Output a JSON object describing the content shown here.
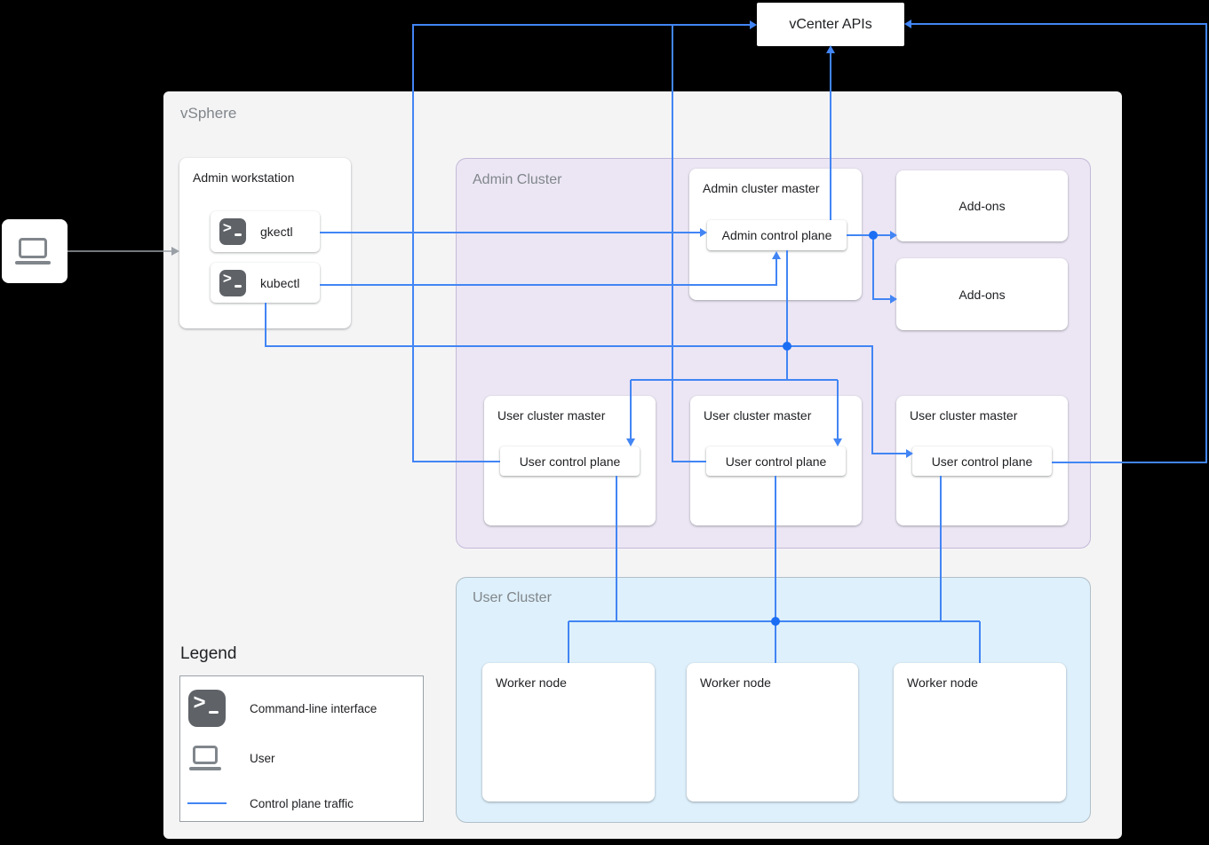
{
  "vcenter": {
    "label": "vCenter APIs"
  },
  "vsphere": {
    "label": "vSphere"
  },
  "admin_workstation": {
    "title": "Admin workstation",
    "tools": [
      {
        "label": "gkectl"
      },
      {
        "label": "kubectl"
      }
    ]
  },
  "admin_cluster": {
    "label": "Admin Cluster",
    "admin_master": {
      "title": "Admin cluster master",
      "control_plane": "Admin control plane"
    },
    "addons": [
      {
        "label": "Add-ons"
      },
      {
        "label": "Add-ons"
      }
    ],
    "user_masters": [
      {
        "title": "User cluster master",
        "control_plane": "User control plane"
      },
      {
        "title": "User cluster master",
        "control_plane": "User control plane"
      },
      {
        "title": "User cluster master",
        "control_plane": "User control plane"
      }
    ]
  },
  "user_cluster": {
    "label": "User Cluster",
    "workers": [
      {
        "label": "Worker node"
      },
      {
        "label": "Worker node"
      },
      {
        "label": "Worker node"
      }
    ]
  },
  "legend": {
    "title": "Legend",
    "items": [
      {
        "icon": "terminal-icon",
        "label": "Command-line interface"
      },
      {
        "icon": "laptop-icon",
        "label": "User"
      },
      {
        "icon": "control-plane-line",
        "label": "Control plane traffic"
      }
    ]
  },
  "colors": {
    "control_plane_traffic": "#4285f4",
    "junction_dot": "#1b6ef3",
    "user_arrow_gray": "#9aa0a6",
    "admin_cluster_fill": "#ece6f4",
    "user_cluster_fill": "#def0fb",
    "vsphere_fill": "#f4f4f5",
    "terminal_icon_fill": "#5f6368"
  }
}
